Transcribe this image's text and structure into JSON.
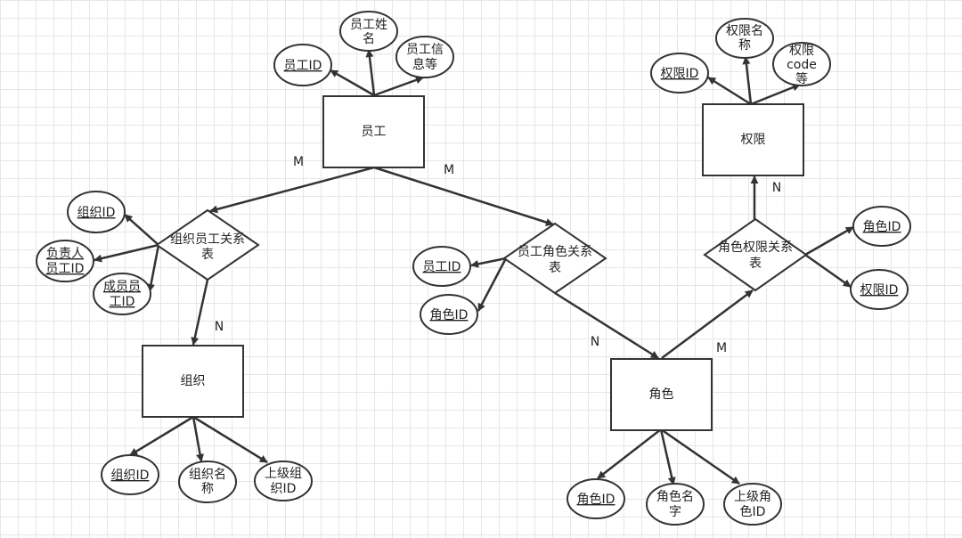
{
  "entities": {
    "employee": {
      "label": "员工"
    },
    "permission": {
      "label": "权限"
    },
    "organization": {
      "label": "组织"
    },
    "role": {
      "label": "角色"
    }
  },
  "relations": {
    "org_employee": {
      "lines": [
        "组织员工关系",
        "表"
      ]
    },
    "employee_role": {
      "lines": [
        "员工角色关系",
        "表"
      ]
    },
    "role_permission": {
      "lines": [
        "角色权限关系",
        "表"
      ]
    }
  },
  "attributes": {
    "emp_id": {
      "lines": [
        "员工ID"
      ],
      "key": true
    },
    "emp_name": {
      "lines": [
        "员工姓",
        "名"
      ],
      "key": false
    },
    "emp_info": {
      "lines": [
        "员工信",
        "息等"
      ],
      "key": false
    },
    "perm_id": {
      "lines": [
        "权限ID"
      ],
      "key": true
    },
    "perm_name": {
      "lines": [
        "权限名",
        "称"
      ],
      "key": false
    },
    "perm_code": {
      "lines": [
        "权限",
        "code",
        "等"
      ],
      "key": false
    },
    "oe_org_id": {
      "lines": [
        "组织ID"
      ],
      "key": true
    },
    "oe_leader": {
      "lines": [
        "负责人",
        "员工ID"
      ],
      "key": true
    },
    "oe_member": {
      "lines": [
        "成员员",
        "工ID"
      ],
      "key": true
    },
    "er_emp_id": {
      "lines": [
        "员工ID"
      ],
      "key": true
    },
    "er_role_id": {
      "lines": [
        "角色ID"
      ],
      "key": true
    },
    "rp_role_id": {
      "lines": [
        "角色ID"
      ],
      "key": true
    },
    "rp_perm_id": {
      "lines": [
        "权限ID"
      ],
      "key": true
    },
    "org_id": {
      "lines": [
        "组织ID"
      ],
      "key": true
    },
    "org_name": {
      "lines": [
        "组织名",
        "称"
      ],
      "key": false
    },
    "org_parent": {
      "lines": [
        "上级组",
        "织ID"
      ],
      "key": false
    },
    "role_id": {
      "lines": [
        "角色ID"
      ],
      "key": true
    },
    "role_name": {
      "lines": [
        "角色名",
        "字"
      ],
      "key": false
    },
    "role_parent": {
      "lines": [
        "上级角",
        "色ID"
      ],
      "key": false
    }
  },
  "cardinalities": {
    "emp_to_oe": "M",
    "emp_to_er": "M",
    "oe_to_org": "N",
    "er_to_role": "N",
    "role_to_rp": "M",
    "rp_to_perm": "N"
  },
  "colors": {
    "stroke": "#333333",
    "text": "#222222",
    "grid": "#e6e6e6",
    "background": "#ffffff"
  }
}
